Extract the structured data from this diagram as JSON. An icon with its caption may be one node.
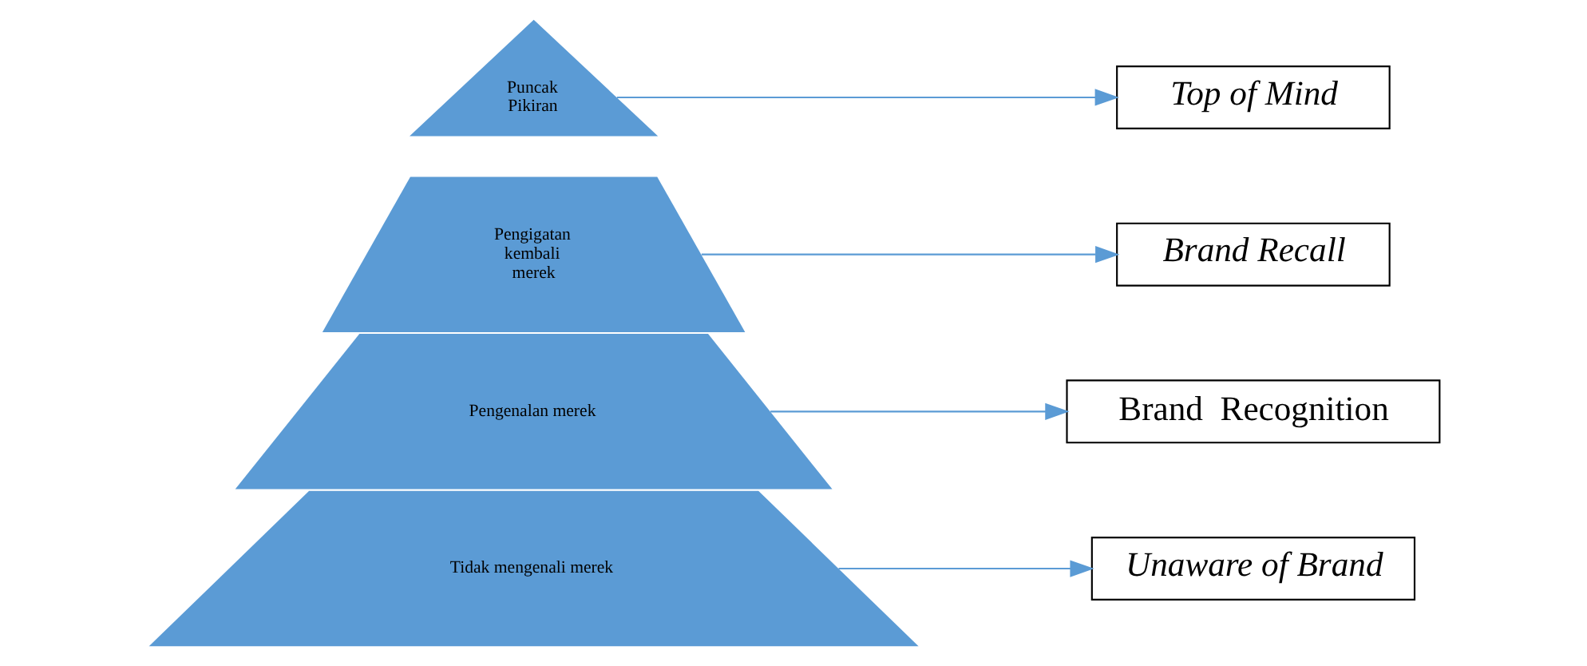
{
  "diagram": {
    "nodes": [
      {
        "text": [
          "Puncak Pikiran"
        ]
      },
      {
        "text": [
          "Pengigatan kembali merek"
        ]
      },
      {
        "text": [
          "Pengenalan merek"
        ]
      },
      {
        "text": [
          "Tidak mengenali merek"
        ]
      },
      {
        "text": [
          "Top of Mind"
        ]
      },
      {
        "text": [
          "Brand Recall"
        ]
      },
      {
        "text": [
          "Brand  Recognition"
        ]
      },
      {
        "text": [
          "Unaware of Brand"
        ]
      }
    ],
    "edges": [
      {
        "from": 0,
        "to": 4,
        "arrow": "to"
      },
      {
        "from": 1,
        "to": 5,
        "arrow": "to"
      },
      {
        "from": 2,
        "to": 6,
        "arrow": "to"
      },
      {
        "from": 3,
        "to": 7,
        "arrow": "to"
      }
    ]
  }
}
